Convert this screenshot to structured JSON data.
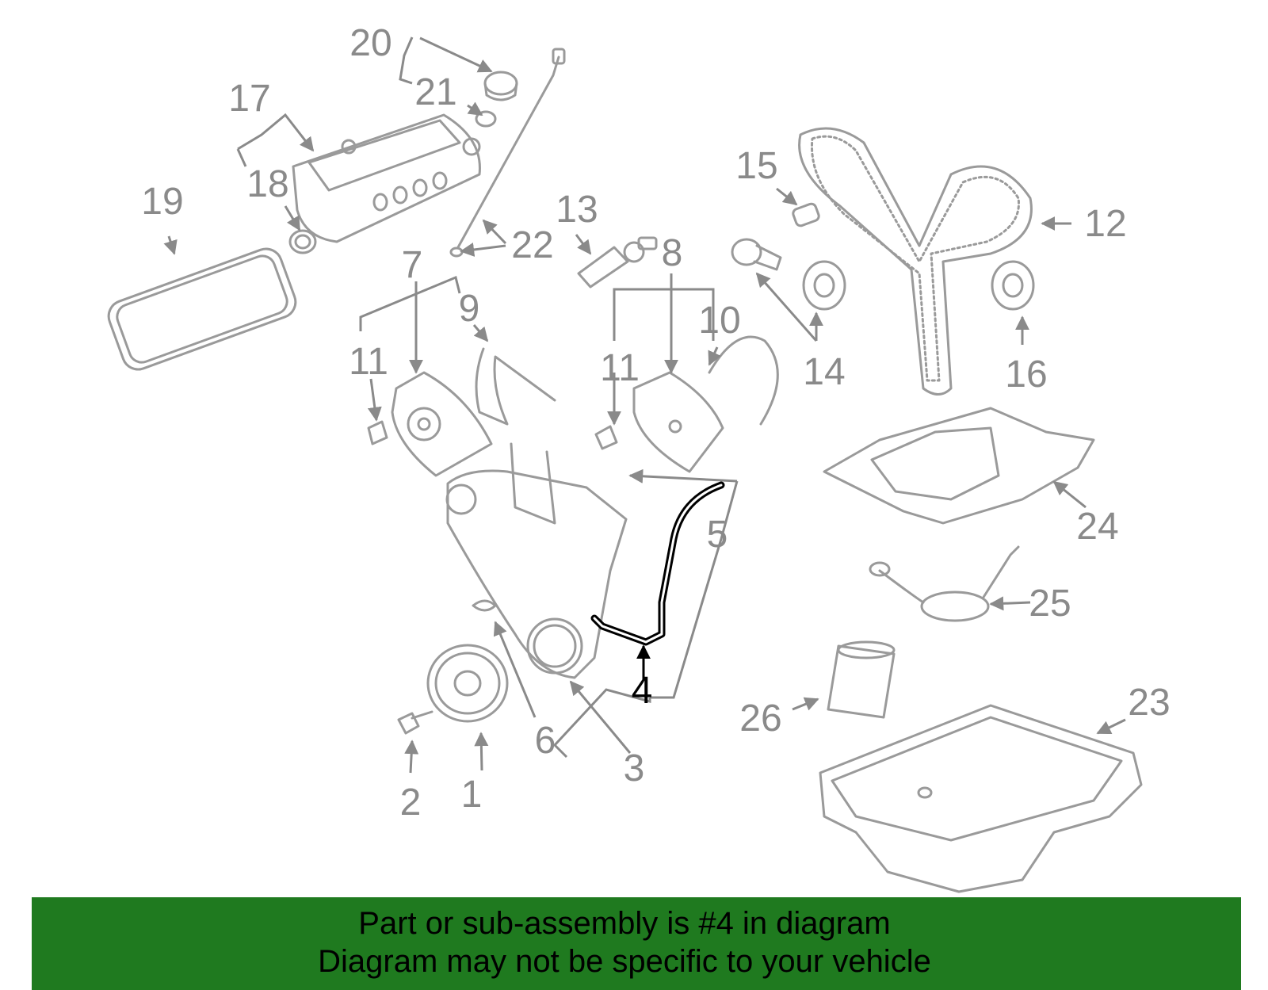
{
  "diagram": {
    "callouts": [
      "1",
      "2",
      "3",
      "4",
      "5",
      "6",
      "7",
      "8",
      "9",
      "10",
      "11",
      "11",
      "12",
      "13",
      "14",
      "15",
      "16",
      "17",
      "18",
      "19",
      "20",
      "21",
      "22",
      "23",
      "24",
      "25",
      "26"
    ],
    "highlighted_callout": "4",
    "colors": {
      "part_gray": "#9a9a9a",
      "highlight": "#000000",
      "banner_green": "#1f7a1f"
    }
  },
  "banner": {
    "line1": "Part or sub-assembly is #4 in diagram",
    "line2": "Diagram may not be specific to your vehicle"
  }
}
